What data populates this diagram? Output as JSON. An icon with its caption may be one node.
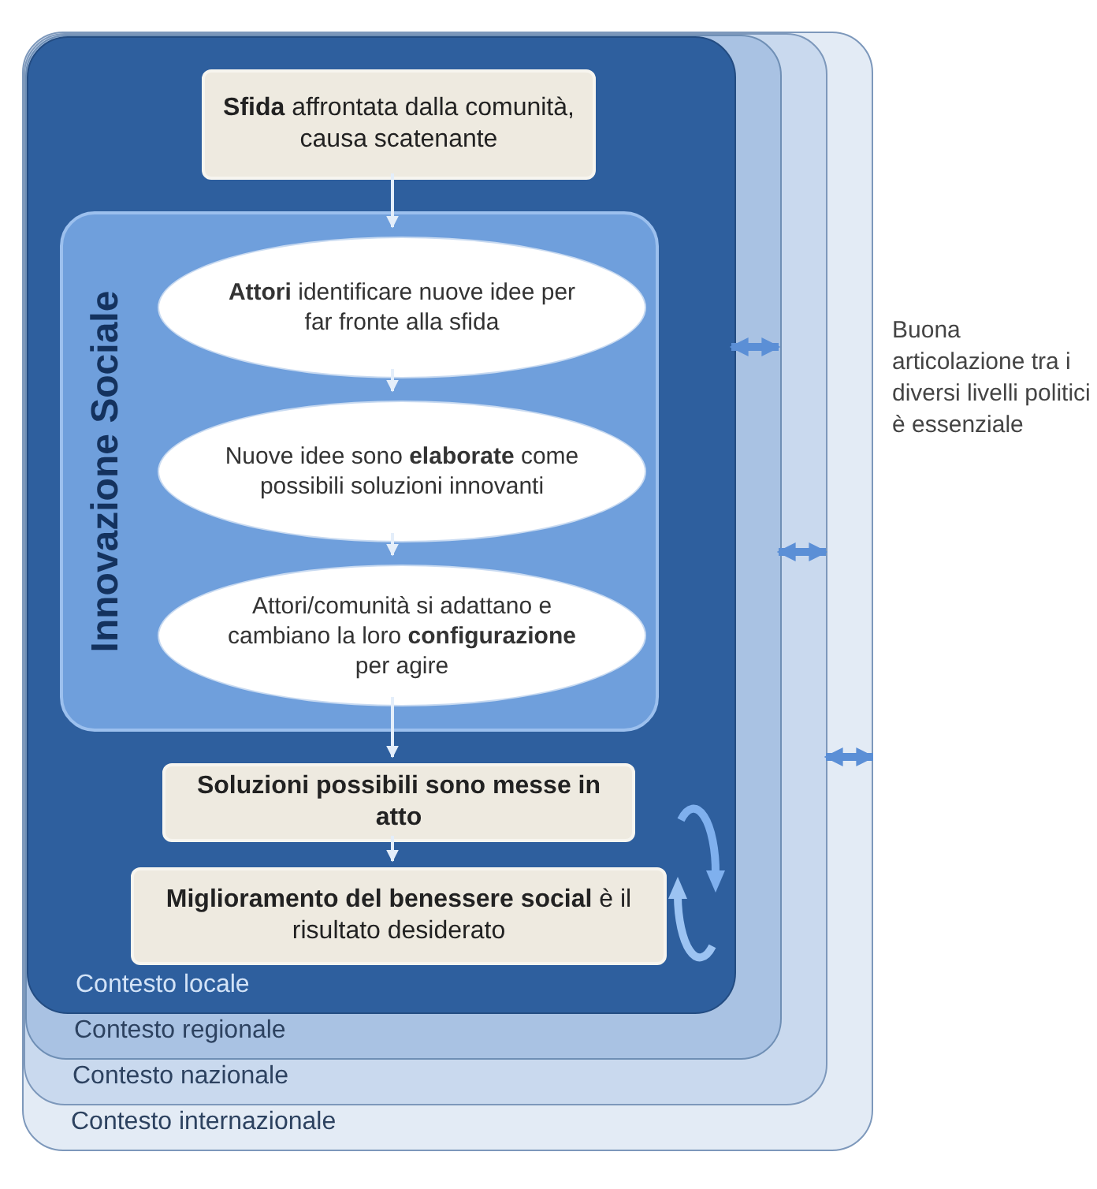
{
  "diagram": {
    "nodes": [
      {
        "text": [
          "Contesto internazionale"
        ]
      },
      {
        "text": [
          "Contesto nazionale"
        ],
        "in": 0
      },
      {
        "text": [
          "Contesto regionale"
        ],
        "in": 1
      },
      {
        "text": [
          "Contesto locale"
        ],
        "in": 2
      },
      {
        "text": [
          "**Sfida** affrontata dalla comunità, causa scatenante"
        ],
        "in": 3
      },
      {
        "text": [
          "Innovazione Sociale"
        ],
        "in": 3
      },
      {
        "text": [
          "**Attori** identificare nuove idee per far fronte alla sfida"
        ],
        "in": 5
      },
      {
        "text": [
          "Nuove idee sono **elaborate** come possibili soluzioni innovanti"
        ],
        "in": 5
      },
      {
        "text": [
          "Attori/comunità si adattano e cambiano la loro **configurazione** per agire"
        ],
        "in": 5
      },
      {
        "text": [
          "Soluzioni possibili sono messe in atto"
        ],
        "in": 3
      },
      {
        "text": [
          "**Miglioramento del benessere social** è il risultato desiderato"
        ],
        "in": 3
      }
    ],
    "edges": [
      {
        "from": 4,
        "to": 6,
        "arrow": "to"
      },
      {
        "from": 6,
        "to": 7,
        "arrow": "to"
      },
      {
        "from": 7,
        "to": 8,
        "arrow": "to"
      },
      {
        "from": 8,
        "to": 9,
        "arrow": "to"
      },
      {
        "from": 9,
        "to": 10,
        "arrow": "to"
      },
      {
        "from": 3,
        "to": 2,
        "arrow": "both",
        "style": "thick",
        "color": "#5b8fd6"
      },
      {
        "from": 2,
        "to": 1,
        "arrow": "both",
        "style": "thick",
        "color": "#5b8fd6"
      },
      {
        "from": 1,
        "to": 0,
        "arrow": "both",
        "style": "thick",
        "color": "#5b8fd6"
      }
    ],
    "labels": [
      "Buona articolazione tra i diversi livelli politici è essenziale"
    ]
  }
}
